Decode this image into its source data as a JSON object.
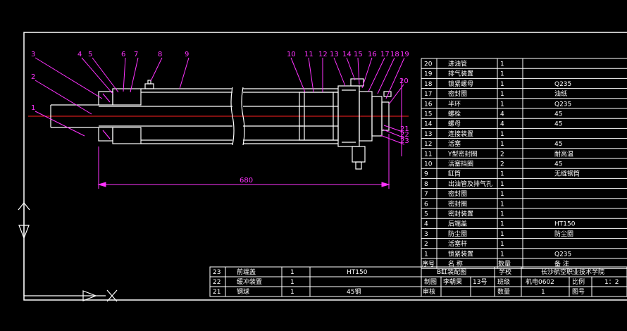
{
  "callouts": [
    "1",
    "2",
    "3",
    "4",
    "5",
    "6",
    "7",
    "8",
    "9",
    "10",
    "11",
    "12",
    "13",
    "14",
    "15",
    "16",
    "17",
    "18",
    "19",
    "20",
    "21",
    "22",
    "23"
  ],
  "dimension_label": "680",
  "parts_list": [
    {
      "no": "20",
      "name": "进油管",
      "qty": "1",
      "material": ""
    },
    {
      "no": "19",
      "name": "排气装置",
      "qty": "1",
      "material": ""
    },
    {
      "no": "18",
      "name": "锁紧螺母",
      "qty": "1",
      "material": "Q235"
    },
    {
      "no": "17",
      "name": "密封圈",
      "qty": "1",
      "material": "油纸"
    },
    {
      "no": "16",
      "name": "半环",
      "qty": "1",
      "material": "Q235"
    },
    {
      "no": "15",
      "name": "螺栓",
      "qty": "4",
      "material": "45"
    },
    {
      "no": "14",
      "name": "螺母",
      "qty": "4",
      "material": "45"
    },
    {
      "no": "13",
      "name": "连接装置",
      "qty": "1",
      "material": ""
    },
    {
      "no": "12",
      "name": "活塞",
      "qty": "1",
      "material": "45"
    },
    {
      "no": "11",
      "name": "Y型密封圈",
      "qty": "2",
      "material": "耐高温"
    },
    {
      "no": "10",
      "name": "活塞挡圈",
      "qty": "2",
      "material": "45"
    },
    {
      "no": "9",
      "name": "缸筒",
      "qty": "1",
      "material": "无缝钢筒"
    },
    {
      "no": "8",
      "name": "出油管及排气孔",
      "qty": "1",
      "material": ""
    },
    {
      "no": "7",
      "name": "密封圈",
      "qty": "1",
      "material": ""
    },
    {
      "no": "6",
      "name": "密封圈",
      "qty": "1",
      "material": ""
    },
    {
      "no": "5",
      "name": "密封装置",
      "qty": "1",
      "material": ""
    },
    {
      "no": "4",
      "name": "后端盖",
      "qty": "1",
      "material": "HT150"
    },
    {
      "no": "3",
      "name": "防尘圈",
      "qty": "1",
      "material": "防尘圈"
    },
    {
      "no": "2",
      "name": "活塞杆",
      "qty": "1",
      "material": ""
    },
    {
      "no": "1",
      "name": "锁紧装置",
      "qty": "1",
      "material": "Q235"
    }
  ],
  "parts_header": {
    "no": "序号",
    "name": "名    称",
    "qty": "数量",
    "material": "备        注"
  },
  "lower_parts": [
    {
      "no": "23",
      "name": "前端盖",
      "qty": "1",
      "material": "HT150"
    },
    {
      "no": "22",
      "name": "缓冲装置",
      "qty": "1",
      "material": ""
    },
    {
      "no": "21",
      "name": "钢球",
      "qty": "1",
      "material": "45钢"
    }
  ],
  "title_block": {
    "drawing_name": "B缸装配图",
    "school_label": "学校",
    "school": "长沙航空职业技术学院",
    "drafter_label": "制图",
    "drafter": "李朝果",
    "drafter_no": "13号",
    "class_label": "班级",
    "class_value": "机电0602",
    "scale_label": "比例",
    "scale": "1：2",
    "reviewer_label": "审核",
    "qty_label": "数量",
    "qty_value": "1",
    "drawing_no_label": "图号"
  },
  "colors": {
    "part_lines": "#ffffff",
    "labels": "#ff33ff",
    "center_line": "#ff0000",
    "frame": "#ffffff"
  }
}
